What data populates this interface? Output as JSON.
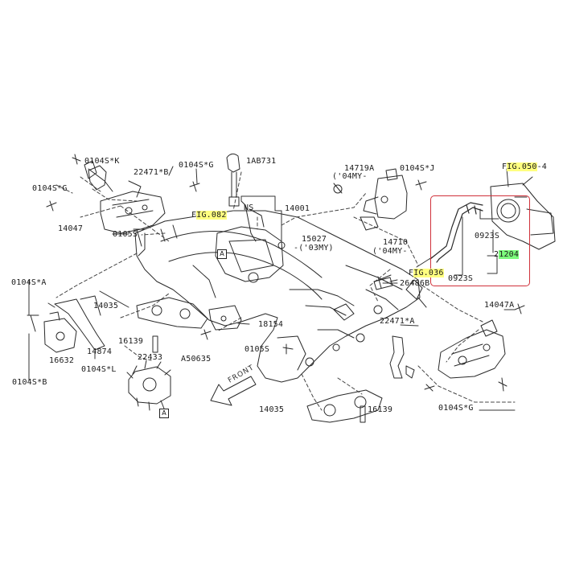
{
  "diagram": {
    "labels": {
      "l_0104sk": "0104S*K",
      "l_22471b": "22471*B",
      "l_0104sg_top": "0104S*G",
      "l_1ab731": "1AB731",
      "l_0104sg_left": "0104S*G",
      "l_14047": "14047",
      "l_fig082_pre": "F",
      "l_fig082_hl": "IG.082",
      "l_ns": "NS",
      "l_14001": "14001",
      "l_15027": "15027",
      "l_03my": "-('03MY)",
      "l_14719a": "14719A",
      "l_04my_top": "('04MY-",
      "l_0104sj": "0104S*J",
      "l_fig050_pre": "F",
      "l_fig050_hl": "IG.050",
      "l_fig050_post": "-4",
      "l_0923s_top": "0923S",
      "l_21204_pre": "2",
      "l_21204_hl": "1204",
      "l_0923s_bot": "0923S",
      "l_14710": "14710",
      "l_04my_bot": "('04MY-",
      "l_fig036_pre": "F",
      "l_fig036_hl": "IG.036",
      "l_26486b": "26486B",
      "l_0105s_top": "0105S",
      "l_0104sa": "0104S*A",
      "l_14035_top": "14035",
      "l_14874": "14874",
      "l_16139_top": "16139",
      "l_16632": "16632",
      "l_22433": "22433",
      "l_0104sl": "0104S*L",
      "l_0104sb": "0104S*B",
      "l_18154": "18154",
      "l_a50635": "A50635",
      "l_0105s_mid": "0105S",
      "l_22471a": "22471*A",
      "l_14047a": "14047A",
      "l_front": "FRONT",
      "l_14035_bot": "14035",
      "l_16139_bot": "16139",
      "l_0104sg_bot": "0104S*G",
      "ref_a1": "A",
      "ref_a2": "A"
    }
  }
}
